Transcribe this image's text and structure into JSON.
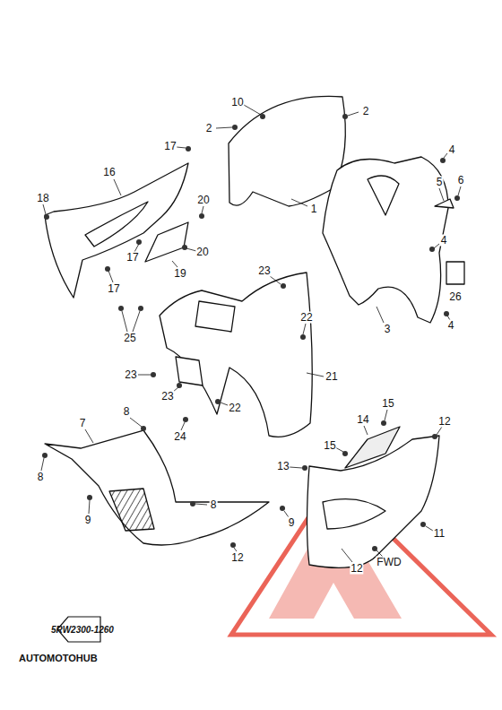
{
  "diagram": {
    "labels": [
      "10",
      "2",
      "2",
      "17",
      "4",
      "1",
      "16",
      "5",
      "6",
      "18",
      "20",
      "4",
      "17",
      "20",
      "19",
      "17",
      "23",
      "26",
      "3",
      "4",
      "25",
      "22",
      "21",
      "23",
      "22",
      "23",
      "8",
      "15",
      "12",
      "14",
      "24",
      "7",
      "15",
      "13",
      "8",
      "8",
      "9",
      "9",
      "12",
      "11",
      "12",
      "FWD",
      "5RW2300-1260",
      "AUTOMOTOHUB"
    ]
  }
}
